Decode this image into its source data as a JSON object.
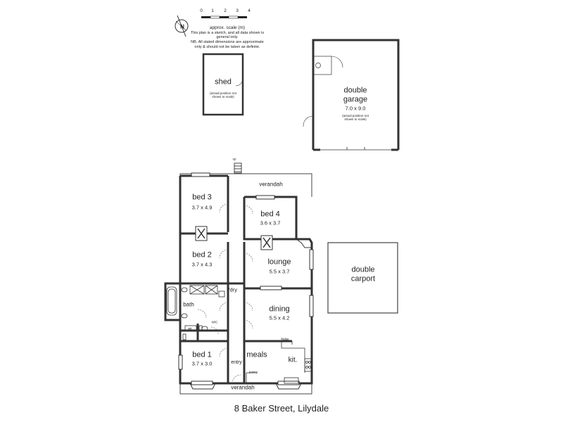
{
  "address": "8 Baker Street, Lilydale",
  "north_label": "N",
  "scale": {
    "numbers": [
      "0",
      "1",
      "2",
      "3",
      "4"
    ],
    "label": "approx. scale (m)",
    "disclaimer_1": "This plan is a sketch, and all data shown is general only.",
    "disclaimer_2": "NB. All stated dimensions are approximate only & should not be taken as definite."
  },
  "outbuildings": {
    "shed": {
      "name": "shed",
      "note": "(actual position not shown to scale)"
    },
    "garage": {
      "name_1": "double",
      "name_2": "garage",
      "size": "7.0 x 9.0",
      "note": "(actual position not shown to scale)"
    },
    "carport": {
      "name_1": "double",
      "name_2": "carport"
    }
  },
  "rooms": {
    "verandah_top": "verandah",
    "bed3": {
      "name": "bed 3",
      "size": "3.7 x 4.9"
    },
    "bed4": {
      "name": "bed 4",
      "size": "3.6 x 3.7"
    },
    "bed2": {
      "name": "bed 2",
      "size": "3.7 x 4.3"
    },
    "lounge": {
      "name": "lounge",
      "size": "5.5 x 3.7"
    },
    "fdry": "f'dry",
    "bath": "bath",
    "dining": {
      "name": "dining",
      "size": "5.5 x 4.2"
    },
    "bed1": {
      "name": "bed 1",
      "size": "3.7 x 3.0"
    },
    "meals": "meals",
    "kit": "kit.",
    "entry": "entry",
    "verandah_bottom": "verandah",
    "pantry": "pantry",
    "fridge": "fridge",
    "wir": "wir",
    "wc": "W/C",
    "up": "up"
  }
}
